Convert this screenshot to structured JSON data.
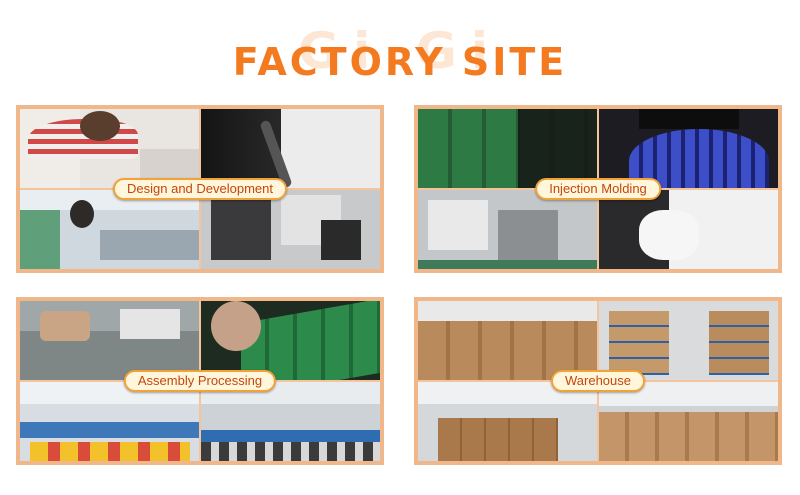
{
  "page": {
    "title": "FACTORY SITE"
  },
  "panels": [
    {
      "caption": "Design and Development"
    },
    {
      "caption": "Injection Molding"
    },
    {
      "caption": "Assembly Processing"
    },
    {
      "caption": "Warehouse"
    }
  ]
}
